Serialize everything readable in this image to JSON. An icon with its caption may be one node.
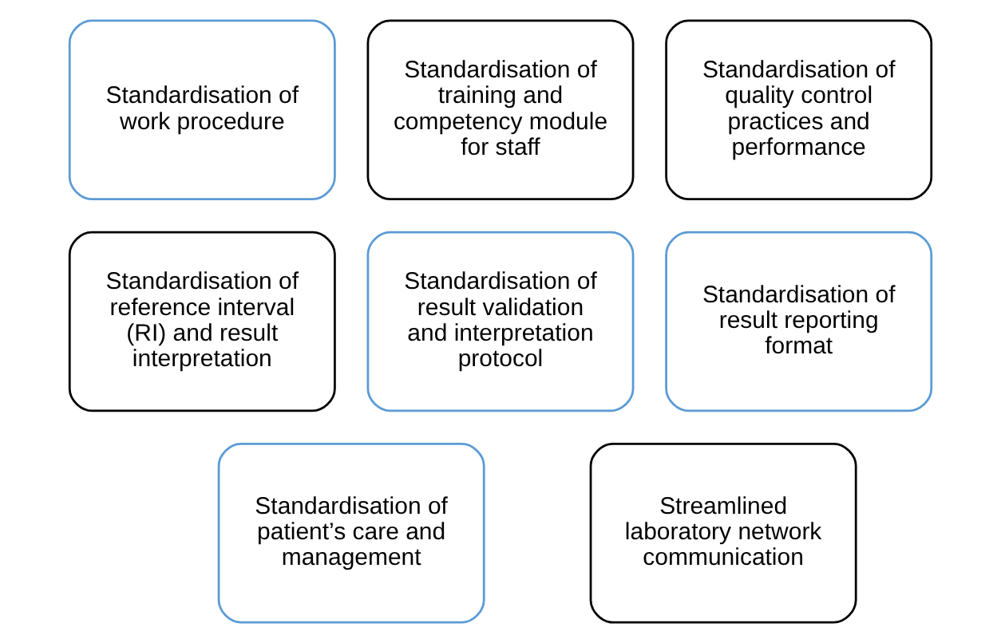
{
  "diagram": {
    "nodes": [
      {
        "text": [
          "Standardisation of work procedure"
        ]
      },
      {
        "text": [
          "Standardisation of training and competency module for staff"
        ]
      },
      {
        "text": [
          "Standardisation of quality control practices and performance"
        ]
      },
      {
        "text": [
          "Standardisation of reference interval (RI) and result interpretation"
        ]
      },
      {
        "text": [
          "Standardisation of result validation and interpretation protocol"
        ]
      },
      {
        "text": [
          "Standardisation of result reporting format"
        ]
      },
      {
        "text": [
          "Standardisation of patient’s care and management"
        ]
      },
      {
        "text": [
          "Streamlined laboratory network communication"
        ]
      }
    ]
  }
}
